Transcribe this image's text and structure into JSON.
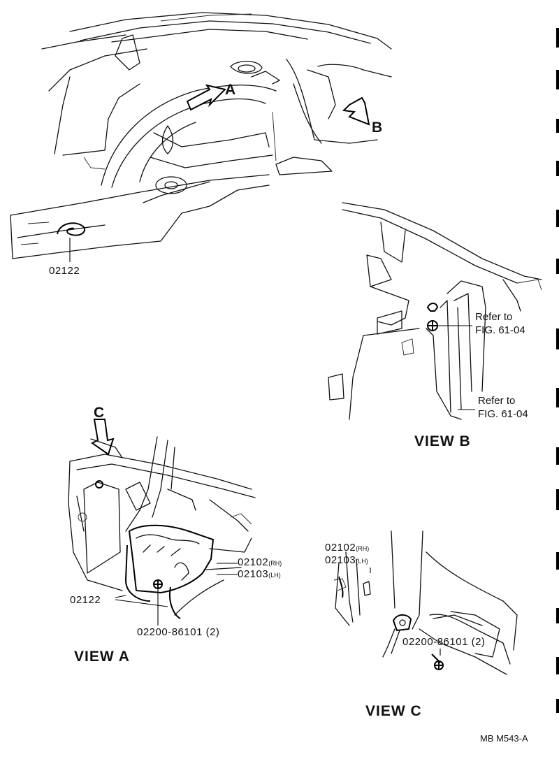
{
  "views": {
    "main_callout_a": "A",
    "main_callout_b": "B",
    "main_callout_c": "C",
    "view_a_title": "VIEW   A",
    "view_b_title": "VIEW  B",
    "view_c_title": "VIEW   C"
  },
  "labels": {
    "main_part_02122": "02122",
    "view_a_part_02102": "02102",
    "view_a_part_02102_side": "(RH)",
    "view_a_part_02103": "02103",
    "view_a_part_02103_side": "(LH)",
    "view_a_part_02122": "02122",
    "view_a_bolt": "02200-86101 (2)",
    "view_b_ref_1_line1": "Refer to",
    "view_b_ref_1_line2": "FIG. 61-04",
    "view_b_ref_2_line1": "Refer to",
    "view_b_ref_2_line2": "FIG. 61-04",
    "view_c_part_02102": "02102",
    "view_c_part_02102_side": "(RH)",
    "view_c_part_02103": "02103",
    "view_c_part_02103_side": "(LH)",
    "view_c_bolt": "02200-86101 (2)"
  },
  "footer": {
    "code": "MB M543-A"
  },
  "colors": {
    "ink": "#111111",
    "paper": "#ffffff"
  }
}
